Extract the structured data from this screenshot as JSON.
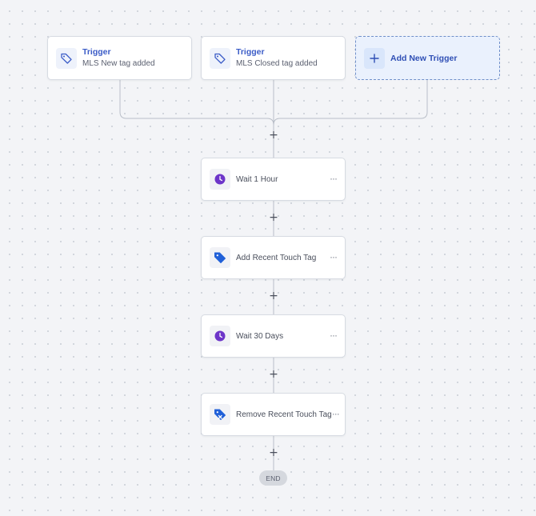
{
  "triggers": [
    {
      "title": "Trigger",
      "subtitle": "MLS New tag added",
      "icon": "tag-outline-icon"
    },
    {
      "title": "Trigger",
      "subtitle": "MLS Closed tag added",
      "icon": "tag-outline-icon"
    }
  ],
  "add_trigger": {
    "label": "Add New Trigger",
    "icon": "plus-icon"
  },
  "add_step_symbol": "+",
  "steps": [
    {
      "label": "Wait 1 Hour",
      "icon": "clock-icon"
    },
    {
      "label": "Add Recent Touch Tag",
      "icon": "tag-filled-icon"
    },
    {
      "label": "Wait 30 Days",
      "icon": "clock-icon"
    },
    {
      "label": "Remove Recent Touch Tag",
      "icon": "tag-remove-icon"
    }
  ],
  "more_symbol": "···",
  "end_label": "END",
  "colors": {
    "accent": "#3b5cc7",
    "clock": "#6d35c9",
    "tag": "#2160d8",
    "connector": "#b9bec8"
  }
}
